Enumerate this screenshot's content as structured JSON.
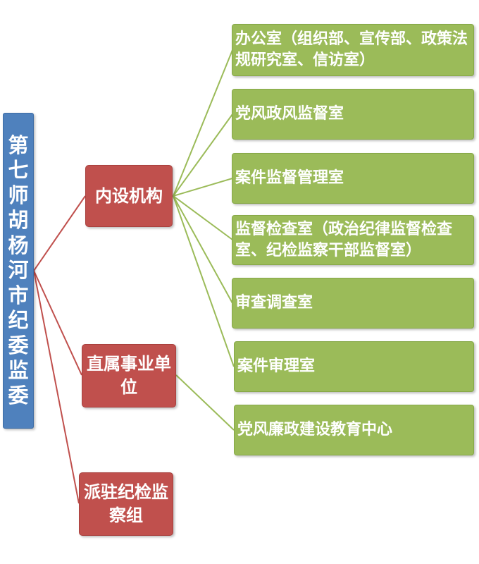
{
  "root": {
    "label": "第七师胡杨河市纪委监委"
  },
  "branches": [
    {
      "label": "内设机构"
    },
    {
      "label": "直属事业单位"
    },
    {
      "label": "派驻纪检监察组"
    }
  ],
  "leaves": [
    {
      "label": "办公室（组织部、宣传部、政策法规研究室、信访室）"
    },
    {
      "label": "党风政风监督室"
    },
    {
      "label": "案件监督管理室"
    },
    {
      "label": "监督检查室（政治纪律监督检查室、纪检监察干部监督室）"
    },
    {
      "label": "审查调查室"
    },
    {
      "label": "案件审理室"
    },
    {
      "label": "党风廉政建设教育中心"
    }
  ],
  "colors": {
    "root": "#4F81BD",
    "branch": "#C0504D",
    "leaf": "#9BBB59",
    "root_links": "#C0504D",
    "leaf_links": "#9BBB59"
  }
}
